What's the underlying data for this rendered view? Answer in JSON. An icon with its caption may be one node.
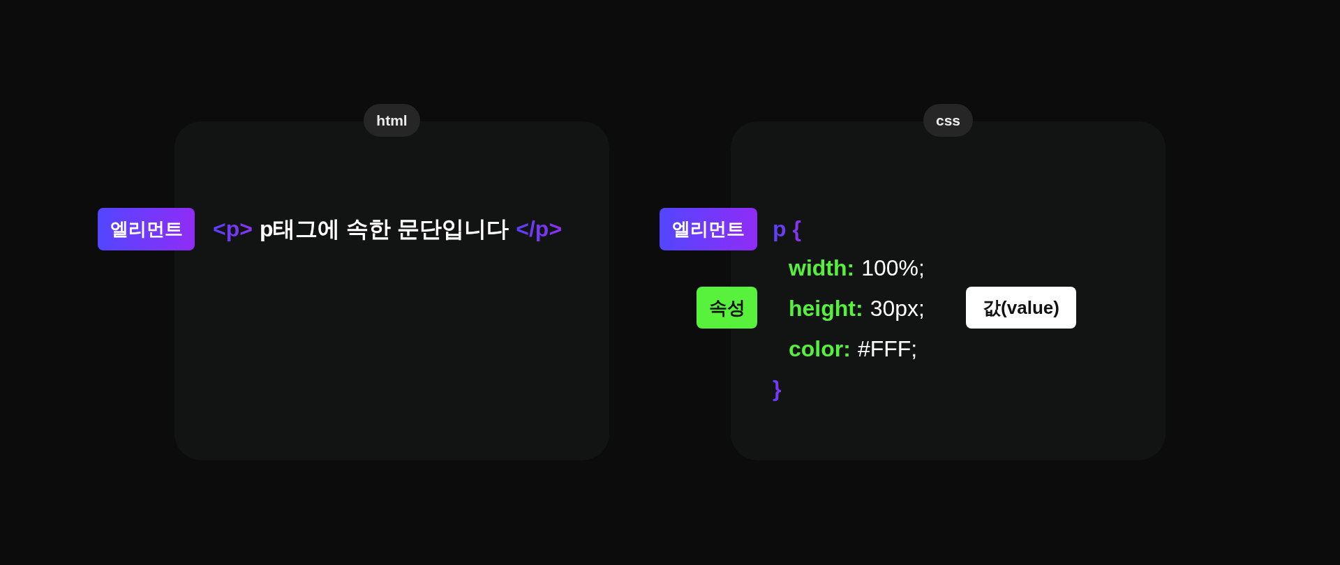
{
  "diagram": {
    "nodes": [
      {
        "text": [
          "html",
          "<p>",
          "p태그에 속한 문단입니다",
          "</p>"
        ]
      },
      {
        "text": [
          "엘리먼트"
        ]
      },
      {
        "text": [
          "css",
          "p {",
          "width:",
          "100%;",
          "height:",
          "30px;",
          "color:",
          "#FFF;",
          "}"
        ]
      },
      {
        "text": [
          "엘리먼트"
        ]
      },
      {
        "text": [
          "속성"
        ]
      },
      {
        "text": [
          "값(value)"
        ],
        "in": 2
      }
    ]
  }
}
